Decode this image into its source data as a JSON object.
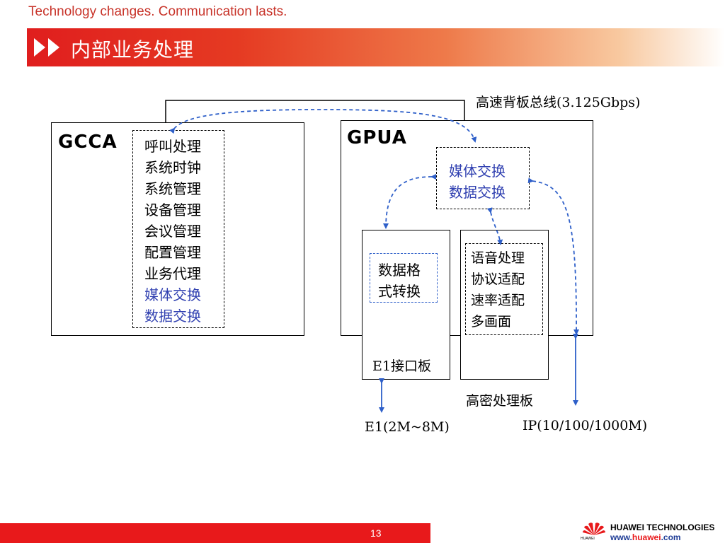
{
  "header": {
    "tagline": "Technology changes. Communication lasts.",
    "title": "内部业务处理"
  },
  "diagram": {
    "backplane_label": "高速背板总线(3.125Gbps)",
    "gcca": {
      "name": "GCCA",
      "functions": [
        "呼叫处理",
        "系统时钟",
        "系统管理",
        "设备管理",
        "会议管理",
        "配置管理",
        "业务代理"
      ],
      "blue_functions": [
        "媒体交换",
        "数据交换"
      ]
    },
    "gpua": {
      "name": "GPUA",
      "switch_lines": [
        "媒体交换",
        "数据交换"
      ]
    },
    "e1_board": {
      "inner_lines": [
        "数据格",
        "式转换"
      ],
      "label": "E1接口板",
      "external": "E1(2M~8M)"
    },
    "hd_board": {
      "lines": [
        "语音处理",
        "协议适配",
        "速率适配",
        "多画面"
      ],
      "label": "高密处理板"
    },
    "ip_label": "IP(10/100/1000M)"
  },
  "footer": {
    "page_number": "13",
    "company": "HUAWEI TECHNOLOGIES",
    "url_prefix": "www.",
    "url_brand": "huawei",
    "url_suffix": ".com",
    "logo_word": "HUAWEI"
  },
  "colors": {
    "accent_red": "#e8191b",
    "diagram_blue": "#2f3fb0",
    "arrow_blue": "#2e5fc9"
  }
}
